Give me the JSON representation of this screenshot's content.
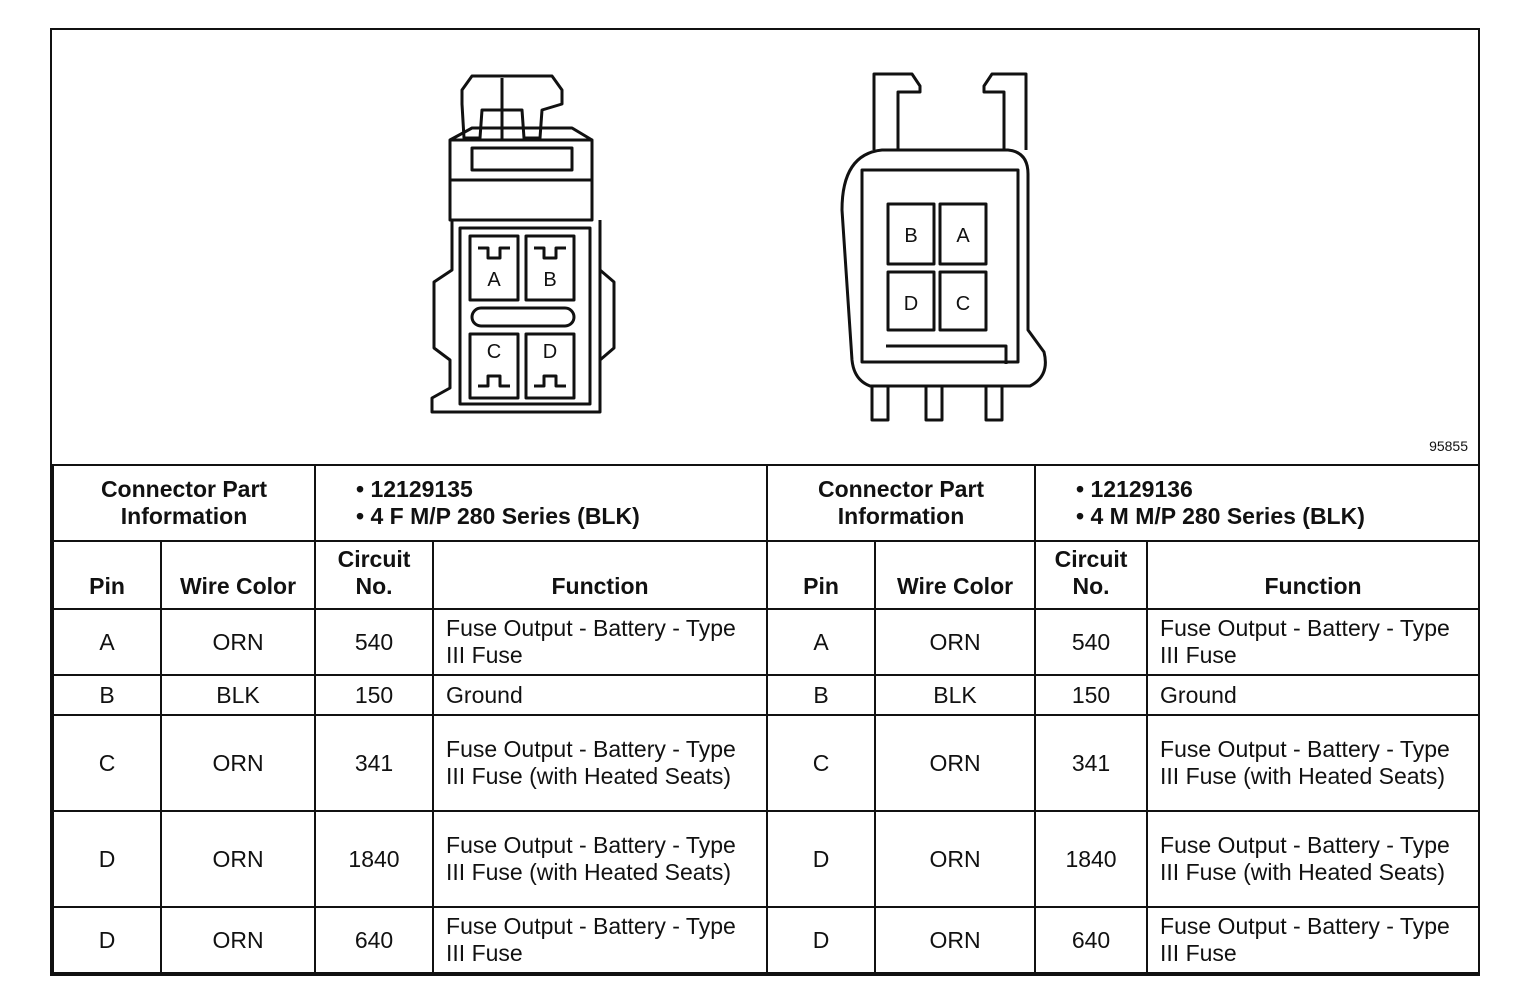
{
  "figure_id": "95855",
  "connectors": [
    {
      "view_pins": [
        "A",
        "B",
        "C",
        "D"
      ],
      "header_label": "Connector Part Information",
      "part_info": [
        "12129135",
        "4 F M/P 280 Series (BLK)"
      ]
    },
    {
      "view_pins": [
        "B",
        "A",
        "D",
        "C"
      ],
      "header_label": "Connector Part Information",
      "part_info": [
        "12129136",
        "4 M M/P 280 Series (BLK)"
      ]
    }
  ],
  "columns": {
    "pin": "Pin",
    "wire_color": "Wire Color",
    "circuit": "Circuit No.",
    "function": "Function"
  },
  "rows": [
    {
      "pin": "A",
      "wire": "ORN",
      "circuit": "540",
      "function": "Fuse Output - Battery - Type III Fuse"
    },
    {
      "pin": "B",
      "wire": "BLK",
      "circuit": "150",
      "function": "Ground"
    },
    {
      "pin": "C",
      "wire": "ORN",
      "circuit": "341",
      "function": "Fuse Output - Battery - Type III Fuse (with Heated Seats)"
    },
    {
      "pin": "D",
      "wire": "ORN",
      "circuit": "1840",
      "function": "Fuse Output - Battery - Type III Fuse (with Heated Seats)"
    },
    {
      "pin": "D",
      "wire": "ORN",
      "circuit": "640",
      "function": "Fuse Output - Battery - Type III Fuse"
    }
  ]
}
